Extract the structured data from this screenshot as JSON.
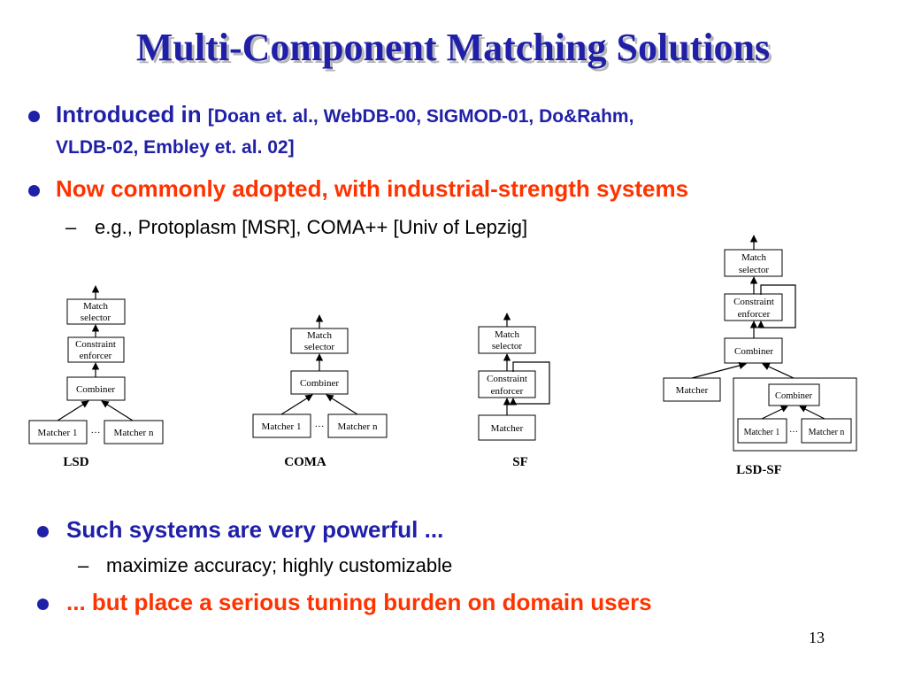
{
  "slide": {
    "title": "Multi-Component Matching Solutions",
    "bullets": [
      {
        "lead": "Introduced in",
        "rest_line1": "[Doan et. al., WebDB-00, SIGMOD-01, Do&Rahm,",
        "rest_line2": "VLDB-02, Embley et. al. 02]"
      },
      {
        "text": "Now commonly adopted, with industrial-strength systems"
      },
      {
        "sub": "e.g., Protoplasm [MSR], COMA++ [Univ of Lepzig]"
      },
      {
        "text": "Such systems are very powerful ..."
      },
      {
        "sub": "maximize accuracy; highly customizable"
      },
      {
        "text": "... but place a serious tuning burden on domain users"
      }
    ],
    "dash_symbol": "–",
    "page_number": "13",
    "colors": {
      "title": "#1f1fa8",
      "accent": "#ff3300",
      "body": "#1f1fa8"
    }
  },
  "diagrams": {
    "lsd": {
      "caption": "LSD",
      "boxes": {
        "match_selector": [
          "Match",
          "selector"
        ],
        "constraint_enforcer": [
          "Constraint",
          "enforcer"
        ],
        "combiner": "Combiner",
        "matcher_1": "Matcher 1",
        "matcher_n": "Matcher n",
        "ellipsis": "…"
      }
    },
    "coma": {
      "caption": "COMA",
      "boxes": {
        "match_selector": [
          "Match",
          "selector"
        ],
        "combiner": "Combiner",
        "matcher_1": "Matcher 1",
        "matcher_n": "Matcher n",
        "ellipsis": "…"
      }
    },
    "sf": {
      "caption": "SF",
      "boxes": {
        "match_selector": [
          "Match",
          "selector"
        ],
        "constraint_enforcer": [
          "Constraint",
          "enforcer"
        ],
        "matcher": "Matcher"
      }
    },
    "lsd_sf": {
      "caption": "LSD-SF",
      "boxes": {
        "match_selector": [
          "Match",
          "selector"
        ],
        "constraint_enforcer": [
          "Constraint",
          "enforcer"
        ],
        "combiner": "Combiner",
        "matcher": "Matcher",
        "inner_combiner": "Combiner",
        "matcher_1": "Matcher 1",
        "matcher_n": "Matcher n",
        "ellipsis": "…"
      }
    }
  }
}
